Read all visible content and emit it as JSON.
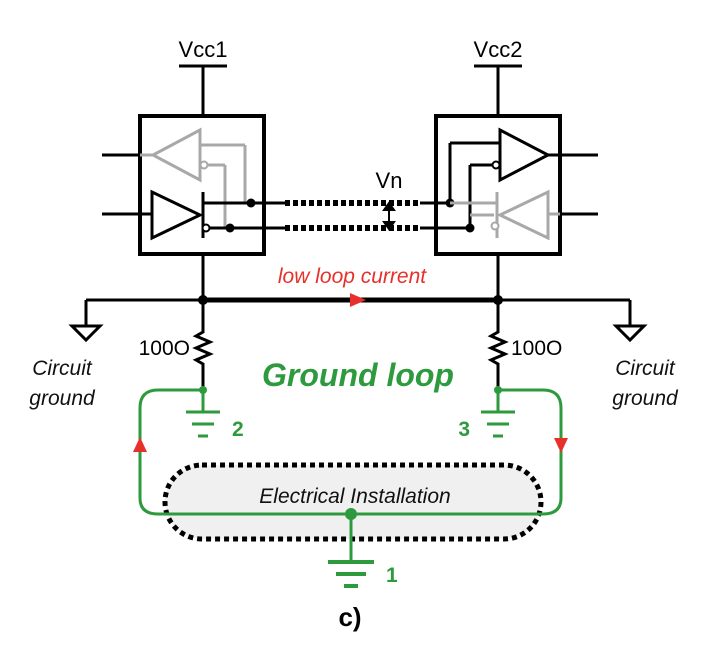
{
  "labels": {
    "vcc1": "Vcc1",
    "vcc2": "Vcc2",
    "vn": "Vn",
    "low_loop_current": "low loop current",
    "res_left": "100O",
    "res_right": "100O",
    "circuit_ground_left": [
      "Circuit",
      "ground"
    ],
    "circuit_ground_right": [
      "Circuit",
      "ground"
    ],
    "ground_loop": "Ground loop",
    "node_1": "1",
    "node_2": "2",
    "node_3": "3",
    "installation": "Electrical Installation",
    "caption": "c)"
  },
  "colors": {
    "wire": "#000000",
    "ground_loop": "#2e9a3e",
    "current_arrow": "#e8302a",
    "inactive_driver": "#a8a8a8",
    "installation_fill": "#f0f0f0"
  }
}
